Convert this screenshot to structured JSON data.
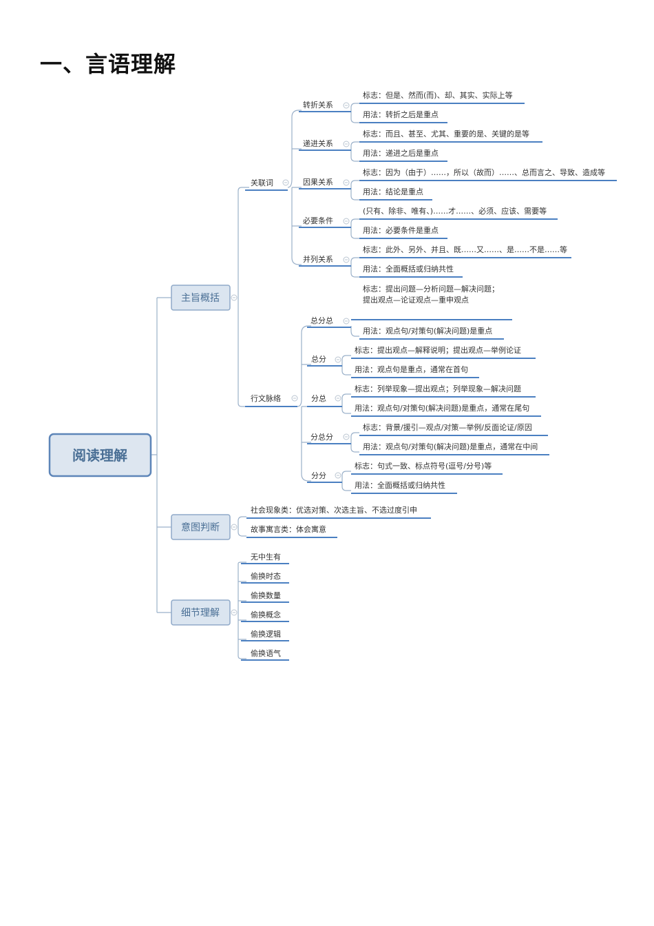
{
  "heading": "一、言语理解",
  "root": "阅读理解",
  "categories": {
    "zhuzhi": "主旨概括",
    "yitu": "意图判断",
    "xijie": "细节理解"
  },
  "guanlianci": {
    "label": "关联词",
    "zhuanzhe": {
      "label": "转折关系",
      "sign": "标志：但是、然而(而)、却、其实、实际上等",
      "use": "用法：转折之后是重点"
    },
    "dijin": {
      "label": "递进关系",
      "sign": "标志：而且、甚至、尤其、重要的是、关键的是等",
      "use": "用法：递进之后是重点"
    },
    "yinguo": {
      "label": "因果关系",
      "sign": "标志：因为（由于）……，所以（故而）……、总而言之、导致、造成等",
      "use": "用法：结论是重点"
    },
    "biyao": {
      "label": "必要条件",
      "sign": "(只有、除非、唯有、)……才……、必须、应该、需要等",
      "use": "用法：必要条件是重点"
    },
    "binglie": {
      "label": "并列关系",
      "sign": "标志：此外、另外、并且、既……又……、是……不是……等",
      "use": "用法：全面概括或归纳共性"
    }
  },
  "xingwen": {
    "label": "行文脉络",
    "zongfenzong": {
      "label": "总分总",
      "sign1": "标志：提出问题—分析问题—解决问题；",
      "sign2": "提出观点—论证观点—重申观点",
      "use": "用法：观点句/对策句(解决问题)是重点"
    },
    "zongfen": {
      "label": "总分",
      "sign": "标志：提出观点—解释说明；提出观点—举例论证",
      "use": "用法：观点句是重点，通常在首句"
    },
    "fenzong": {
      "label": "分总",
      "sign": "标志：列举现象—提出观点；列举现象—解决问题",
      "use": "用法：观点句/对策句(解决问题)是重点，通常在尾句"
    },
    "fenzongfen": {
      "label": "分总分",
      "sign": "标志：背景/援引—观点/对策—举例/反面论证/原因",
      "use": "用法：观点句/对策句(解决问题)是重点，通常在中间"
    },
    "fenfen": {
      "label": "分分",
      "sign": "标志：句式一致、标点符号(逗号/分号)等",
      "use": "用法：全面概括或归纳共性"
    }
  },
  "yitu_items": [
    "社会现象类：优选对策、次选主旨、不选过度引申",
    "故事寓言类：体会寓意"
  ],
  "xijie_items": [
    "无中生有",
    "偷换时态",
    "偷换数量",
    "偷换概念",
    "偷换逻辑",
    "偷换语气"
  ]
}
